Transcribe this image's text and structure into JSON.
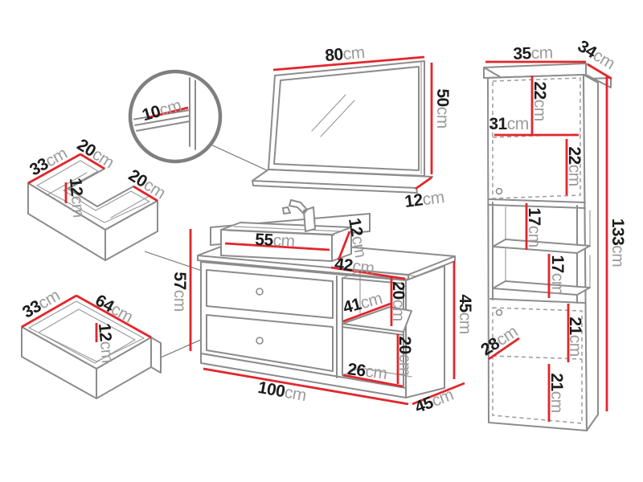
{
  "figure": {
    "type": "furniture-dimension-diagram",
    "colors": {
      "dimension_line": "#e2262c",
      "outline": "#8c8c8c",
      "hidden_line": "#9b9b9b",
      "value_text": "#1c1c1b",
      "unit_text": "#9c9c9c",
      "leader": "#6f6f6f",
      "background": "#ffffff"
    },
    "labels": {
      "mirror_width": {
        "v": "80",
        "u": "cm"
      },
      "mirror_height": {
        "v": "50",
        "u": "cm"
      },
      "mirror_shelf_depth": {
        "v": "12",
        "u": "cm"
      },
      "mirror_detail_shelf": {
        "v": "10",
        "u": "cm"
      },
      "sink_drawer_depth": {
        "v": "33",
        "u": "cm"
      },
      "sink_drawer_left_width": {
        "v": "20",
        "u": "cm"
      },
      "sink_drawer_height": {
        "v": "12",
        "u": "cm"
      },
      "sink_drawer_right_width": {
        "v": "20",
        "u": "cm"
      },
      "drawer_depth": {
        "v": "33",
        "u": "cm"
      },
      "drawer_width": {
        "v": "64",
        "u": "cm"
      },
      "drawer_height": {
        "v": "12",
        "u": "cm"
      },
      "basin_width": {
        "v": "55",
        "u": "cm"
      },
      "basin_height": {
        "v": "12",
        "u": "cm"
      },
      "counter_right_width": {
        "v": "42",
        "u": "cm"
      },
      "vanity_height": {
        "v": "57",
        "u": "cm"
      },
      "niche_shelf_depth": {
        "v": "41",
        "u": "cm"
      },
      "niche_upper_height": {
        "v": "20",
        "u": "cm"
      },
      "niche_lower_height": {
        "v": "20",
        "u": "cm"
      },
      "niche_bottom_width": {
        "v": "26",
        "u": "cm"
      },
      "vanity_width": {
        "v": "100",
        "u": "cm"
      },
      "vanity_depth": {
        "v": "45",
        "u": "cm"
      },
      "vanity_side_height": {
        "v": "45",
        "u": "cm"
      },
      "column_width": {
        "v": "35",
        "u": "cm"
      },
      "column_depth": {
        "v": "34",
        "u": "cm"
      },
      "column_height": {
        "v": "133",
        "u": "cm"
      },
      "column_top_inner": {
        "v": "22",
        "u": "cm"
      },
      "column_inner_width": {
        "v": "31",
        "u": "cm"
      },
      "column_second_inner": {
        "v": "22",
        "u": "cm"
      },
      "column_shelf1": {
        "v": "17",
        "u": "cm"
      },
      "column_shelf2": {
        "v": "17",
        "u": "cm"
      },
      "column_lower_inner": {
        "v": "21",
        "u": "cm"
      },
      "column_door_width": {
        "v": "28",
        "u": "cm"
      },
      "column_bottom_inner": {
        "v": "21",
        "u": "cm"
      }
    }
  }
}
